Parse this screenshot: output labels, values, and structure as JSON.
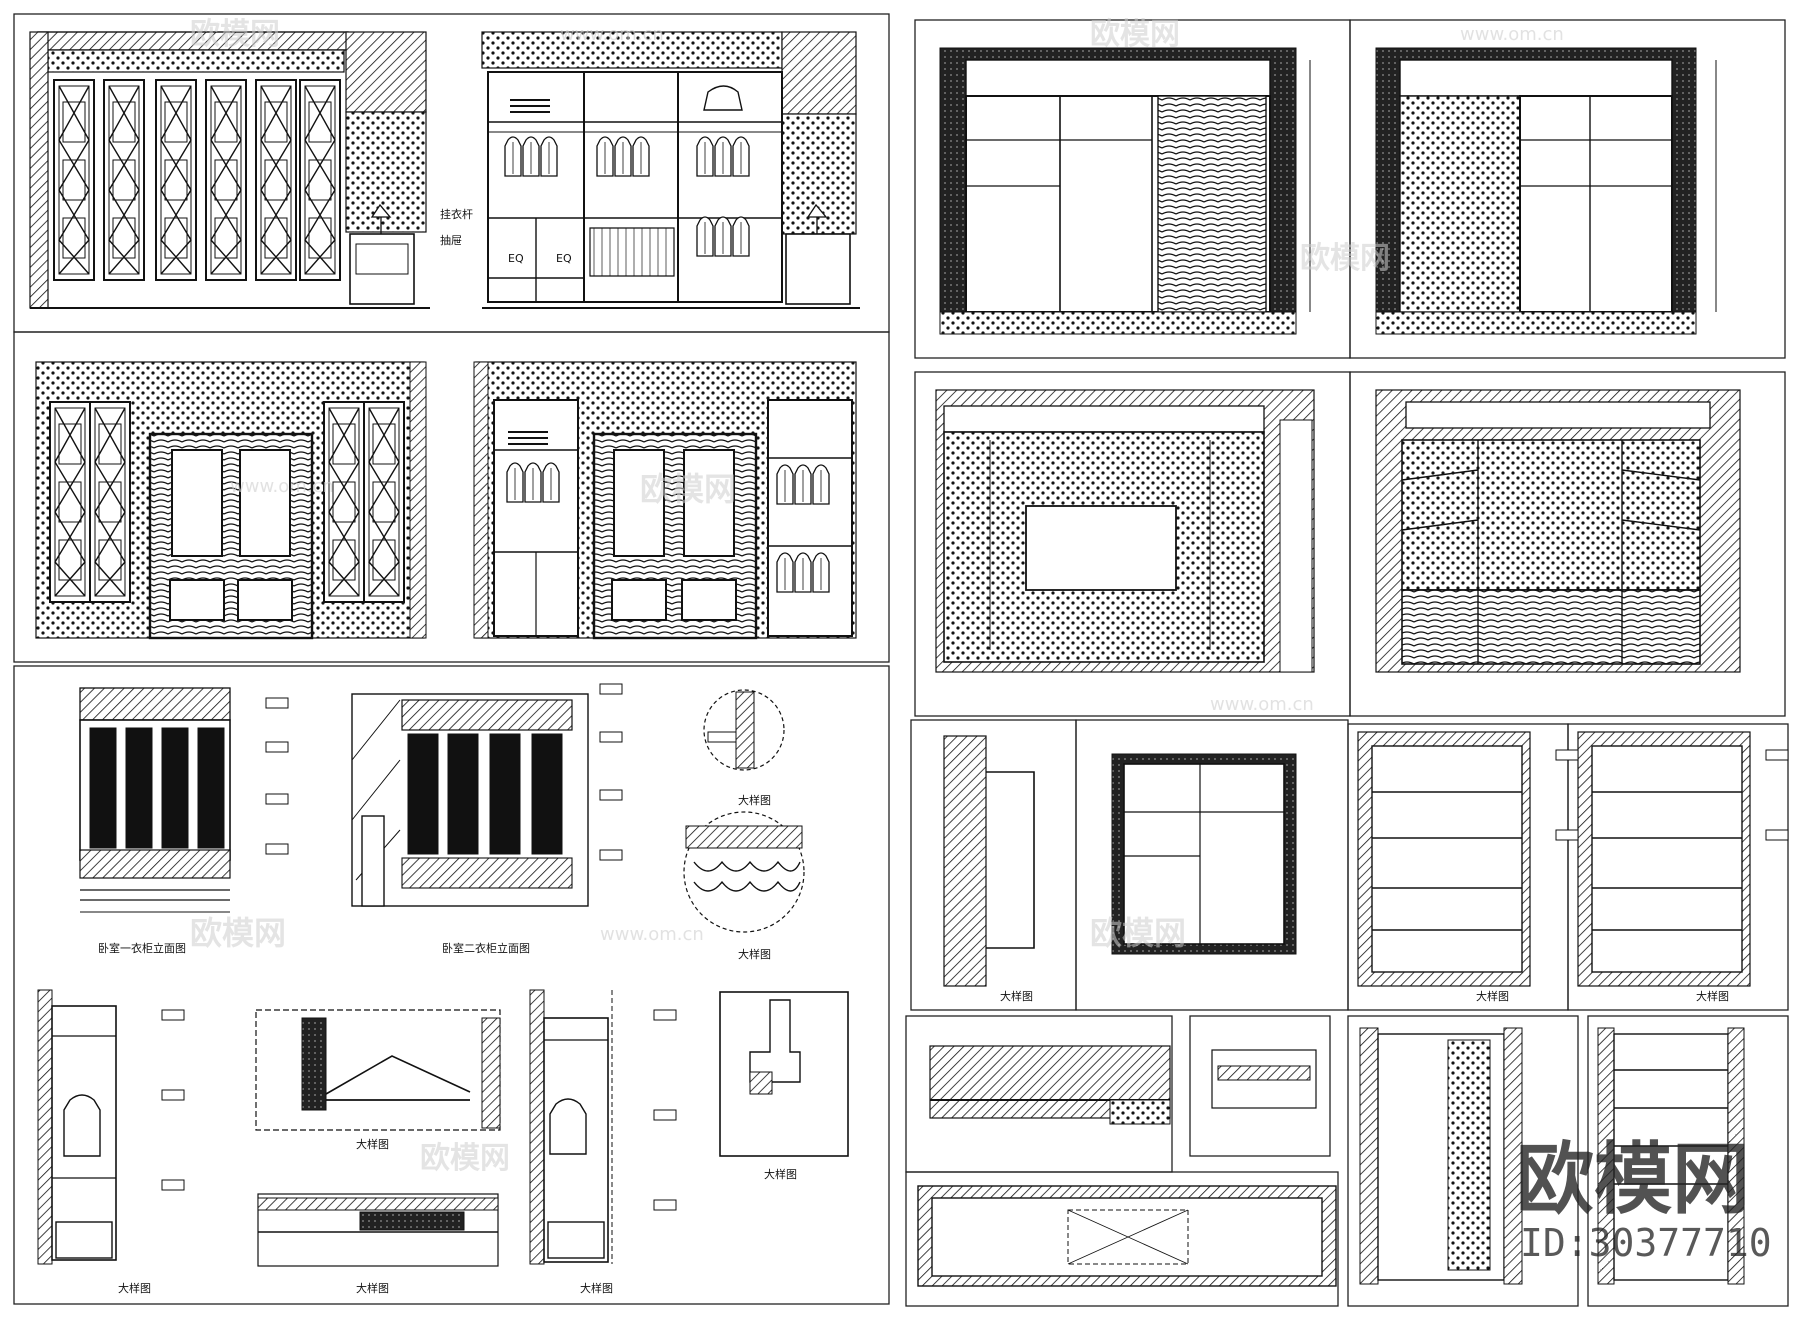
{
  "sheet": {
    "watermark_text": "欧模网",
    "watermark_url": "www.om.cn",
    "brand_text": "欧模网",
    "brand_id": "ID:30377710",
    "eq_label": "EQ",
    "detail_caption": "大样图",
    "elev_caption_1": "卧室一衣柜立面图",
    "elev_caption_2": "卧室二衣柜立面图",
    "side_label_1": "挂衣杆",
    "side_label_2": "抽屉"
  }
}
